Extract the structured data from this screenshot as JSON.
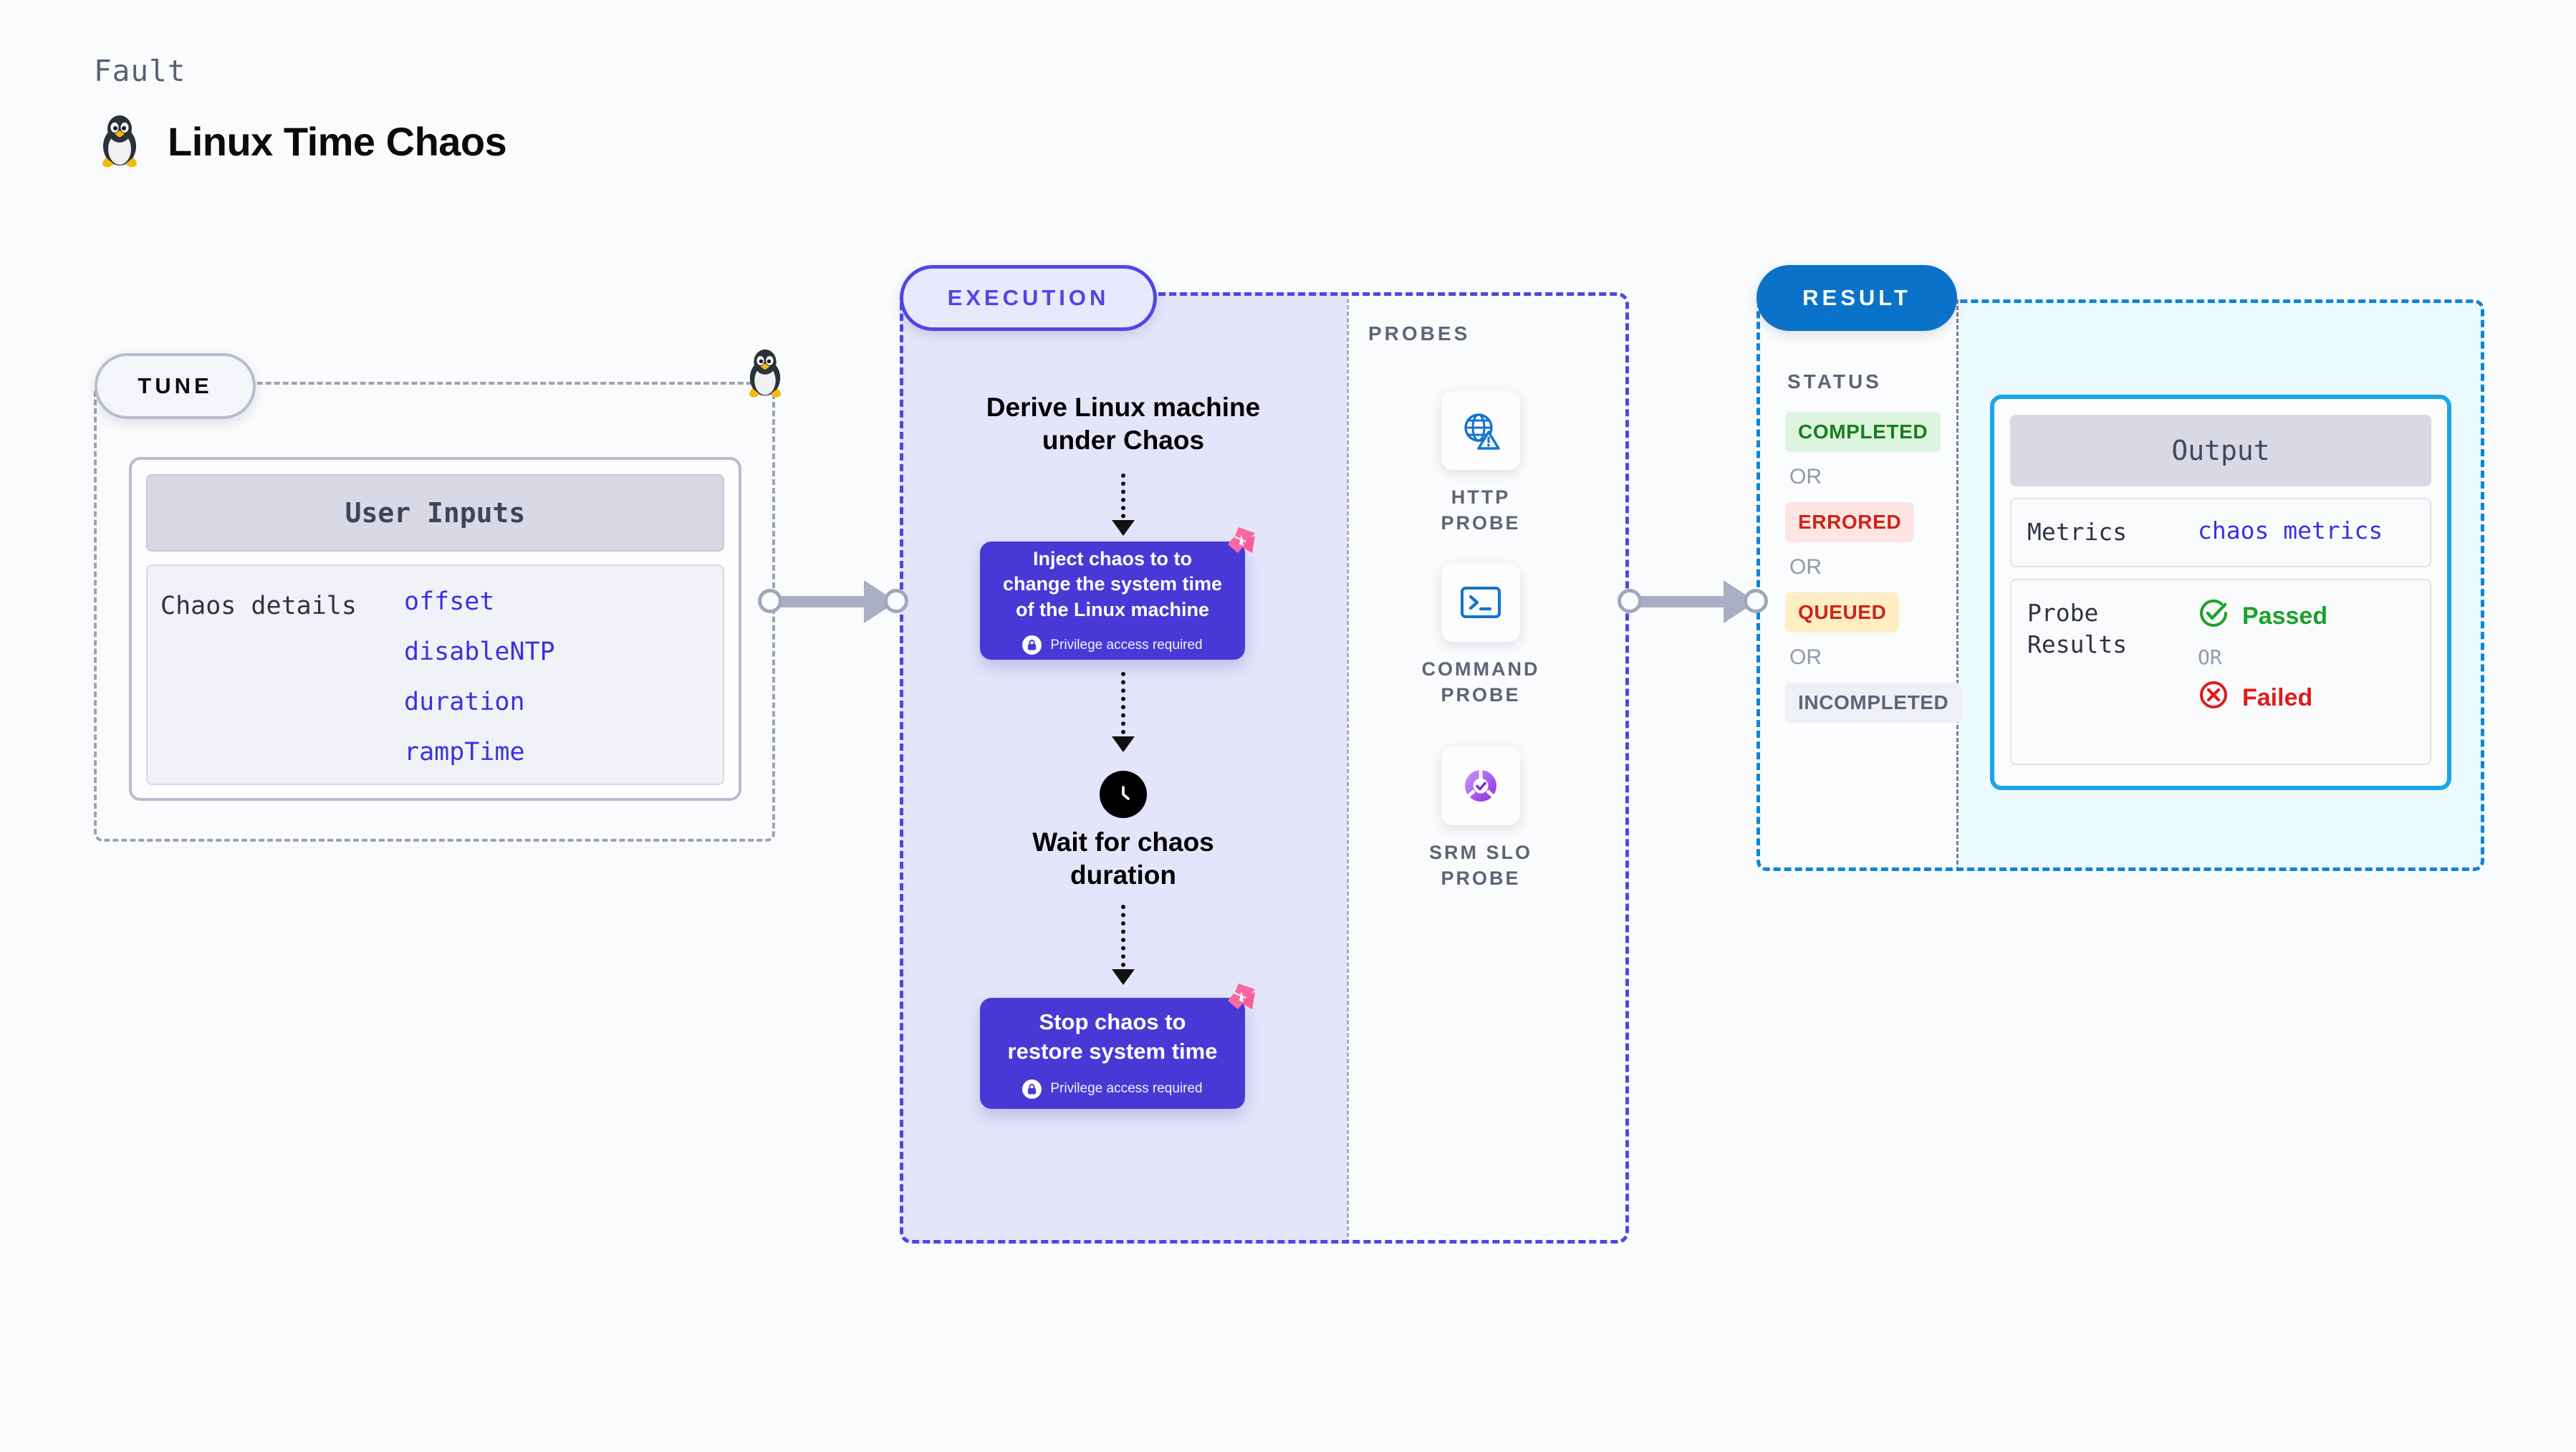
{
  "header": {
    "kicker": "Fault",
    "title": "Linux Time Chaos",
    "icon": "linux-penguin-icon"
  },
  "tune": {
    "badge": "TUNE",
    "card_title": "User Inputs",
    "row_key": "Chaos details",
    "values": [
      "offset",
      "disableNTP",
      "duration",
      "rampTime"
    ],
    "border_icon": "linux-penguin-icon"
  },
  "execution": {
    "badge": "EXECUTION",
    "flow_title": "Derive Linux machine\nunder Chaos",
    "node1": {
      "text": "Inject chaos to to change the system time of the Linux machine",
      "note": "Privilege access required",
      "note_icon": "lock-icon",
      "corner_icon": "harness-logo-icon"
    },
    "wait": {
      "icon": "clock-icon",
      "label": "Wait for chaos\nduration"
    },
    "node2": {
      "text": "Stop chaos to restore system time",
      "note": "Privilege access required",
      "note_icon": "lock-icon",
      "corner_icon": "harness-logo-icon"
    }
  },
  "probes": {
    "title": "PROBES",
    "items": [
      {
        "label": "HTTP PROBE",
        "icon": "globe-alert-icon"
      },
      {
        "label": "COMMAND PROBE",
        "icon": "terminal-icon"
      },
      {
        "label": "SRM SLO PROBE",
        "icon": "slo-gauge-icon"
      }
    ]
  },
  "result": {
    "badge": "RESULT",
    "status_title": "STATUS",
    "or_label": "OR",
    "statuses": [
      {
        "label": "COMPLETED",
        "bg": "#ddf5de",
        "fg": "#1a7d20"
      },
      {
        "label": "ERRORED",
        "bg": "#fde5e3",
        "fg": "#cf2418"
      },
      {
        "label": "QUEUED",
        "bg": "#fdeec4",
        "fg": "#cf2418"
      },
      {
        "label": "INCOMPLETED",
        "bg": "#eef0f5",
        "fg": "#5f6377"
      }
    ],
    "output": {
      "title": "Output",
      "metrics_key": "Metrics",
      "metrics_value": "chaos metrics",
      "probe_key": "Probe\nResults",
      "passed": "Passed",
      "failed": "Failed",
      "or_label": "OR",
      "pass_icon": "check-circle-icon",
      "fail_icon": "x-circle-icon"
    }
  },
  "colors": {
    "accent_purple": "#4f46e5",
    "node_purple": "#4839d6",
    "accent_blue": "#0b72ca",
    "output_border": "#19a6e8",
    "harness_pink": "#f9689f",
    "pass_green": "#1aa22a",
    "fail_red": "#e01b1b"
  }
}
